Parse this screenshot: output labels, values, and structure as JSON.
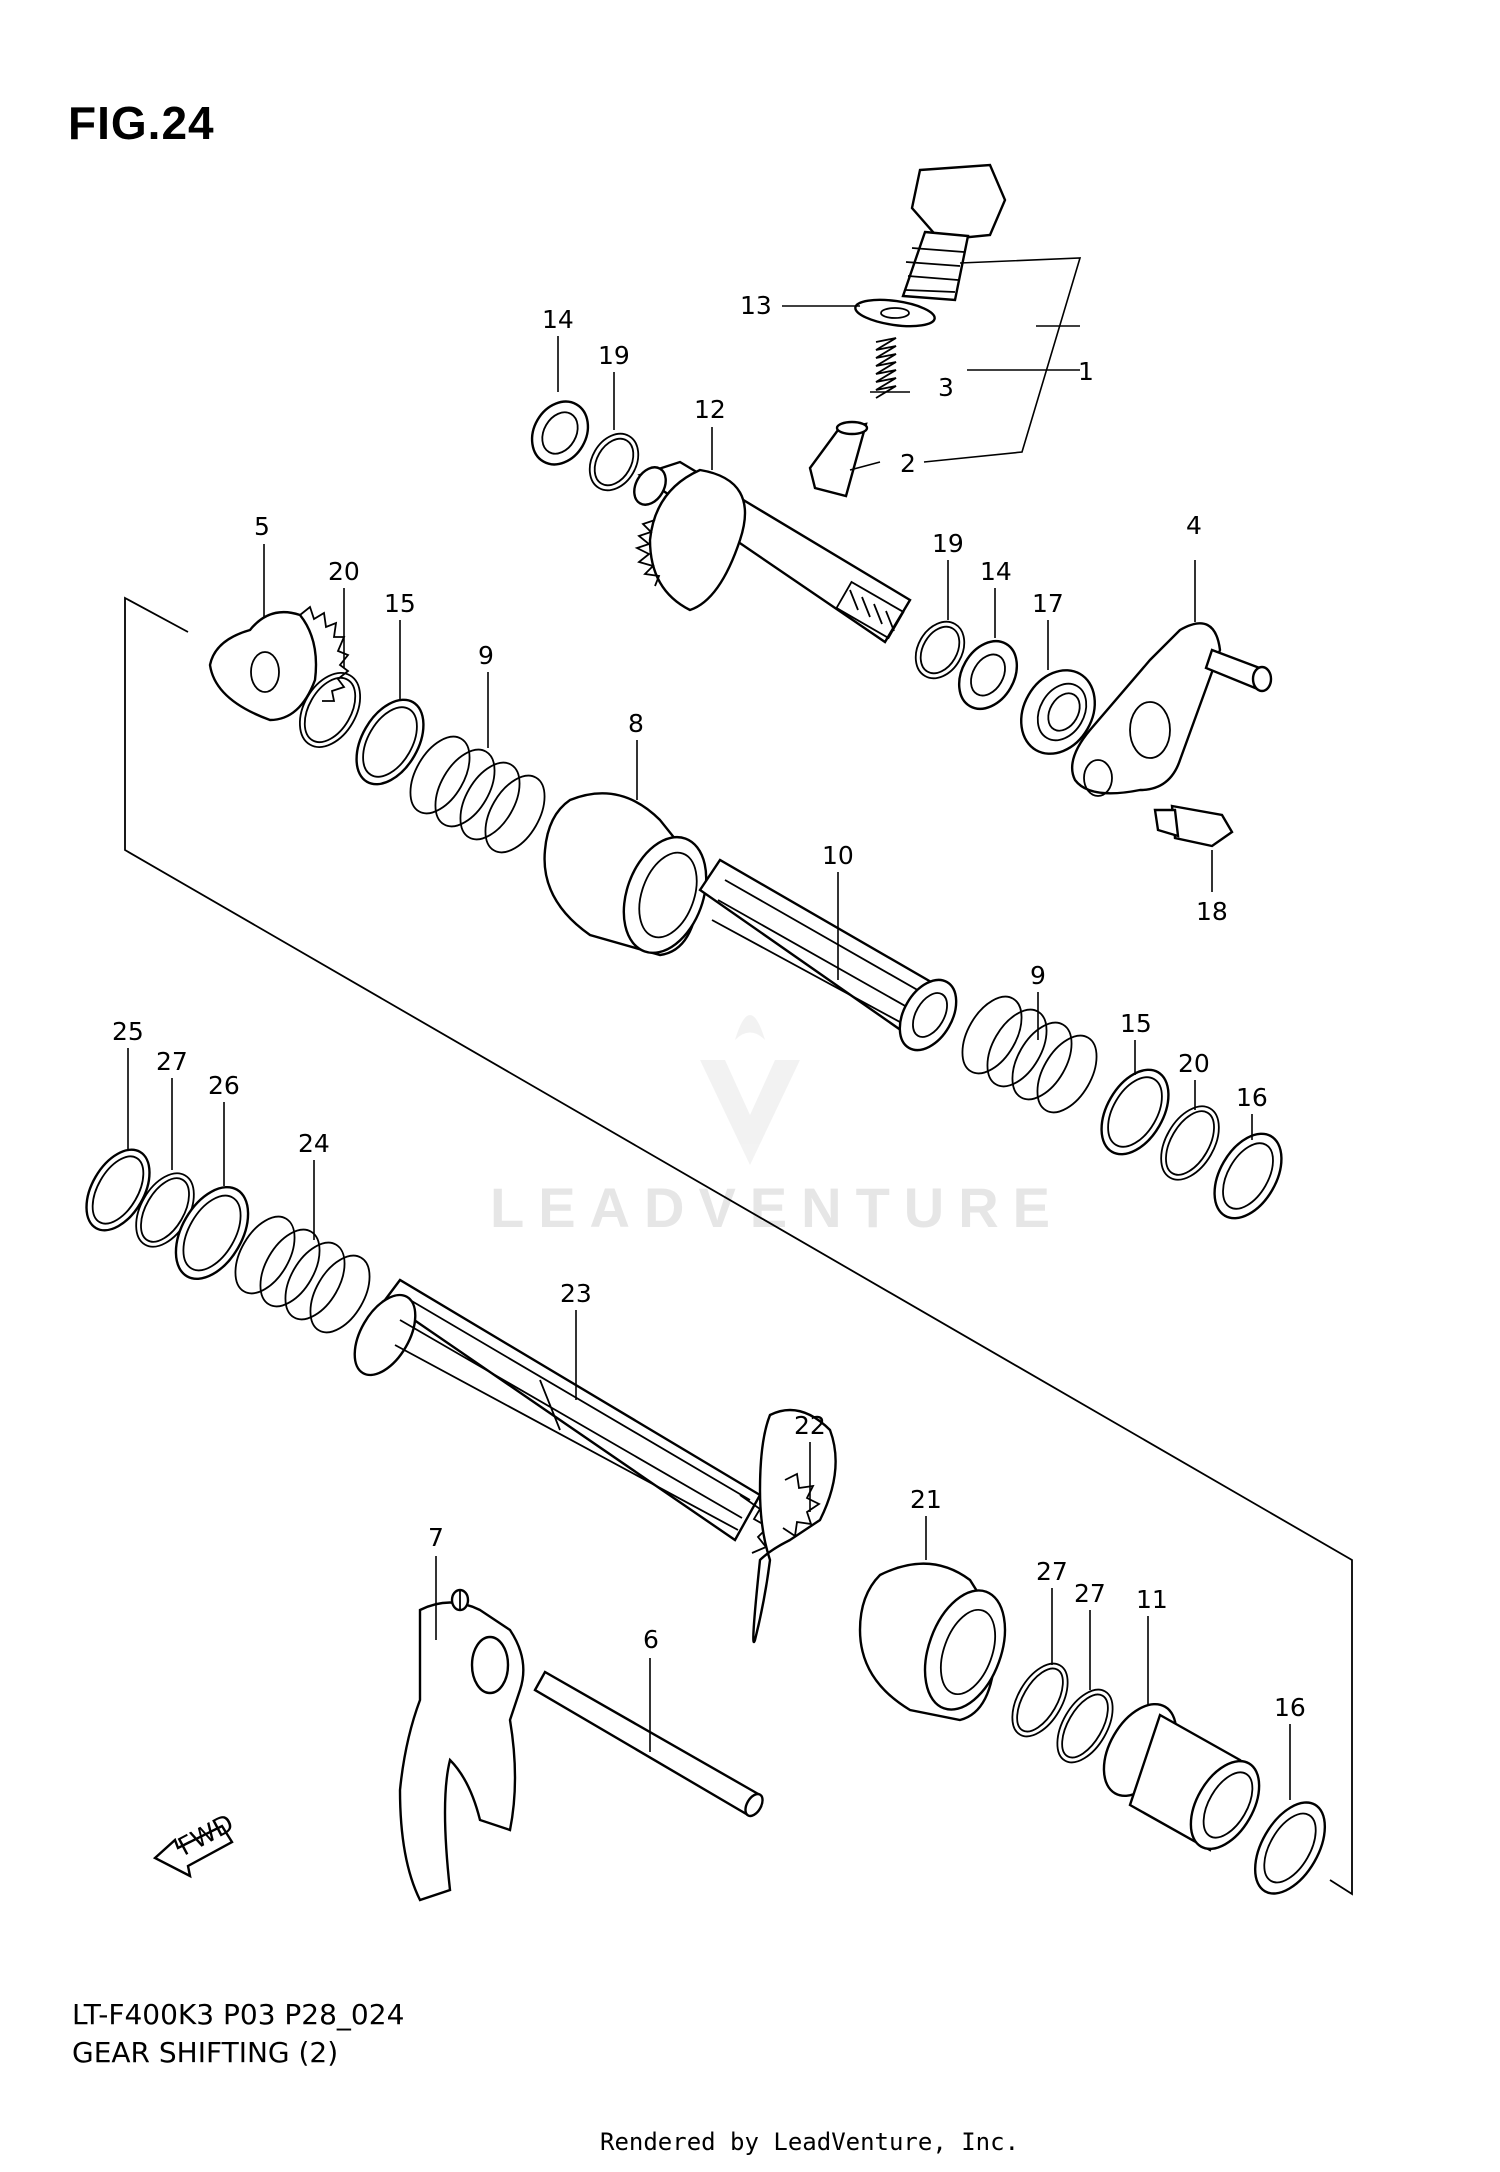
{
  "figure": {
    "title": "FIG.24",
    "code": "LT-F400K3 P03 P28_024",
    "caption": "GEAR SHIFTING (2)",
    "credit": "Rendered by LeadVenture, Inc.",
    "watermark": "LEADVENTURE",
    "fwd_label": "FWD"
  },
  "callouts": {
    "c1": "1",
    "c2": "2",
    "c3": "3",
    "c4": "4",
    "c5": "5",
    "c6": "6",
    "c7": "7",
    "c8": "8",
    "c9a": "9",
    "c9b": "9",
    "c10": "10",
    "c11": "11",
    "c12": "12",
    "c13": "13",
    "c14a": "14",
    "c14b": "14",
    "c15a": "15",
    "c15b": "15",
    "c16a": "16",
    "c16b": "16",
    "c17": "17",
    "c18": "18",
    "c19a": "19",
    "c19b": "19",
    "c20a": "20",
    "c20b": "20",
    "c21": "21",
    "c22": "22",
    "c23": "23",
    "c24": "24",
    "c25": "25",
    "c26": "26",
    "c27a": "27",
    "c27b": "27",
    "c27c": "27"
  },
  "colors": {
    "line": "#000000",
    "background": "#ffffff",
    "watermark": "#e6e6e6"
  }
}
